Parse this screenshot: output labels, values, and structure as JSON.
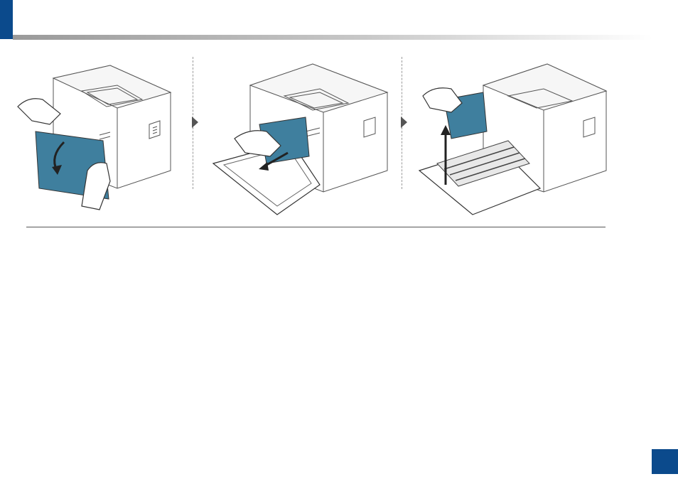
{
  "colors": {
    "accent": "#0b4a8c",
    "highlight": "#3f7f9e",
    "line": "#555555"
  },
  "figure": {
    "steps": [
      {
        "name": "open-front-cover"
      },
      {
        "name": "pull-out-toner-tray"
      },
      {
        "name": "lift-out-cartridge"
      }
    ],
    "icons": [
      "step-arrow-icon",
      "step-arrow-icon"
    ]
  },
  "page": {
    "number": ""
  }
}
